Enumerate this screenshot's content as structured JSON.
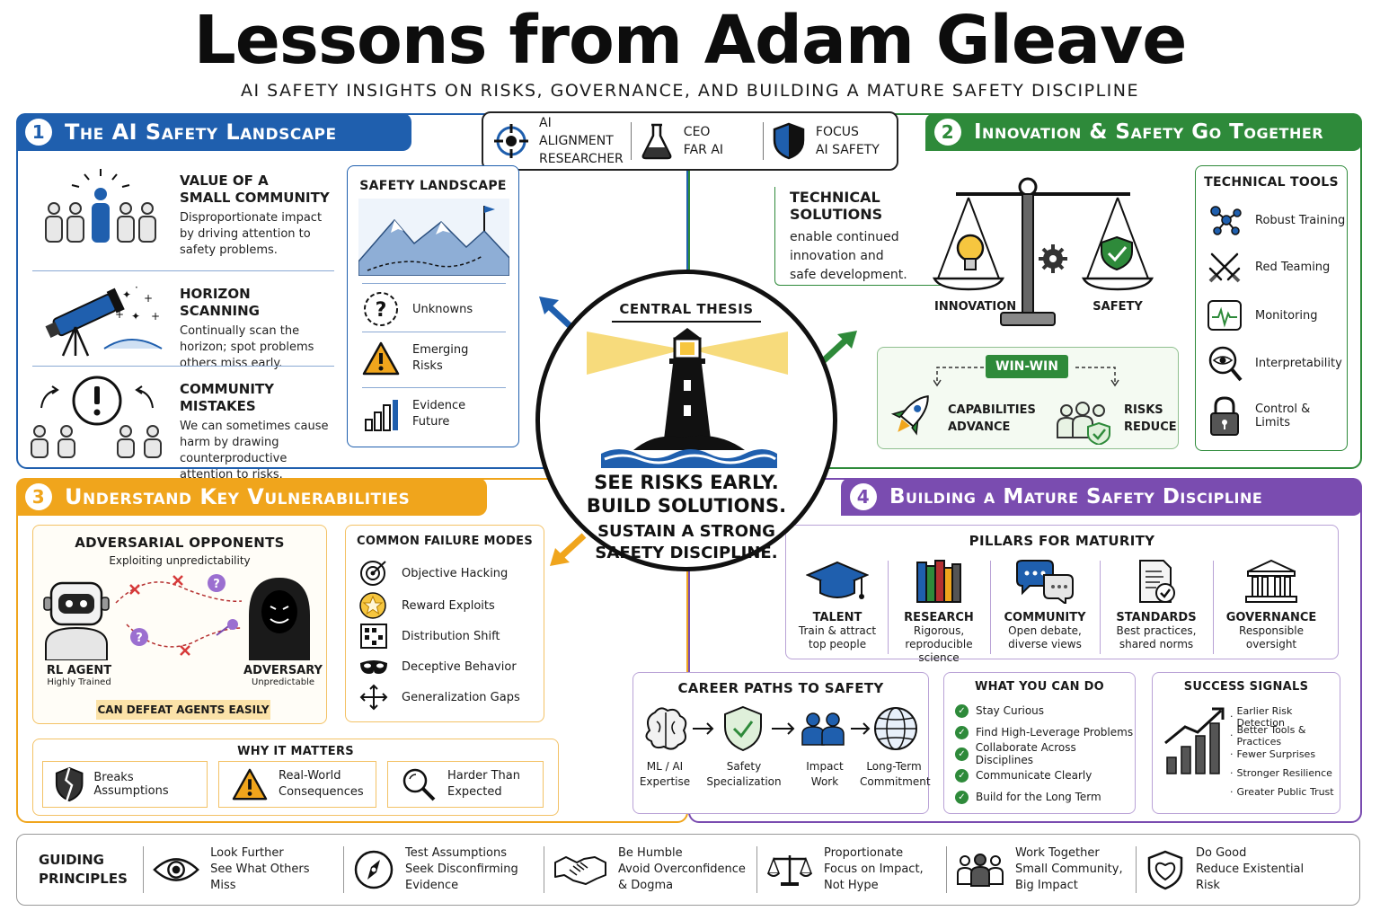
{
  "title": "Lessons from Adam Gleave",
  "subtitle": "AI SAFETY INSIGHTS ON RISKS, GOVERNANCE, AND BUILDING A MATURE SAFETY DISCIPLINE",
  "roles": [
    {
      "line1": "AI ALIGNMENT",
      "line2": "RESEARCHER",
      "icon": "crosshair-icon"
    },
    {
      "line1": "CEO",
      "line2": "FAR AI",
      "icon": "flask-icon"
    },
    {
      "line1": "FOCUS",
      "line2": "AI SAFETY",
      "icon": "shield-icon"
    }
  ],
  "colors": {
    "blue": "#1f5fae",
    "green": "#2e8a3a",
    "orange": "#f0a51c",
    "purple": "#7a4cb0"
  },
  "s1": {
    "num": "1",
    "title": "The AI Safety Landscape",
    "items": [
      {
        "title1": "VALUE OF A",
        "title2": "SMALL COMMUNITY",
        "l1": "Disproportionate impact",
        "l2": "by driving attention to",
        "l3": "safety problems."
      },
      {
        "title1": "HORIZON SCANNING",
        "l1": "Continually scan the",
        "l2": "horizon; spot problems",
        "l3": "others miss early."
      },
      {
        "title1": "COMMUNITY MISTAKES",
        "l1": "We can sometimes cause",
        "l2": "harm by drawing",
        "l3": "counterproductive",
        "l4": "attention to risks."
      }
    ],
    "landscape": {
      "title": "SAFETY LANDSCAPE",
      "rows": [
        {
          "l1": "Unknowns"
        },
        {
          "l1": "Emerging",
          "l2": "Risks"
        },
        {
          "l1": "Evidence",
          "l2": "Future"
        }
      ]
    }
  },
  "s2": {
    "num": "2",
    "title": "Innovation & Safety Go Together",
    "tech_title": "TECHNICAL SOLUTIONS",
    "tech_l1": "enable continued",
    "tech_l2": "innovation and",
    "tech_l3": "safe development.",
    "innovation": "INNOVATION",
    "safety": "SAFETY",
    "winwin": "WIN-WIN",
    "cap1": "CAPABILITIES",
    "cap2": "ADVANCE",
    "risk1": "RISKS",
    "risk2": "REDUCE",
    "tools_title": "TECHNICAL TOOLS",
    "tools": [
      "Robust Training",
      "Red Teaming",
      "Monitoring",
      "Interpretability",
      "Control & Limits"
    ]
  },
  "thesis": {
    "title": "CENTRAL THESIS",
    "l1": "SEE RISKS EARLY.",
    "l2": "BUILD SOLUTIONS.",
    "l3": "SUSTAIN A STRONG",
    "l4": "SAFETY DISCIPLINE."
  },
  "s3": {
    "num": "3",
    "title": "Understand Key Vulnerabilities",
    "adv_title": "ADVERSARIAL OPPONENTS",
    "adv_sub": "Exploiting unpredictability",
    "agent": "RL AGENT",
    "agent_sub": "Highly Trained",
    "adversary": "ADVERSARY",
    "adversary_sub": "Unpredictable",
    "defeat": "CAN DEFEAT AGENTS EASILY",
    "fail_title": "COMMON FAILURE MODES",
    "failures": [
      "Objective Hacking",
      "Reward Exploits",
      "Distribution Shift",
      "Deceptive Behavior",
      "Generalization Gaps"
    ],
    "why_title": "WHY IT MATTERS",
    "why": [
      {
        "l1": "Breaks Assumptions"
      },
      {
        "l1": "Real-World",
        "l2": "Consequences"
      },
      {
        "l1": "Harder Than",
        "l2": "Expected"
      }
    ]
  },
  "s4": {
    "num": "4",
    "title": "Building a Mature Safety Discipline",
    "pillars_title": "PILLARS FOR MATURITY",
    "pillars": [
      {
        "name": "TALENT",
        "l1": "Train & attract",
        "l2": "top people"
      },
      {
        "name": "RESEARCH",
        "l1": "Rigorous,",
        "l2": "reproducible",
        "l3": "science"
      },
      {
        "name": "COMMUNITY",
        "l1": "Open debate,",
        "l2": "diverse views"
      },
      {
        "name": "STANDARDS",
        "l1": "Best practices,",
        "l2": "shared norms"
      },
      {
        "name": "GOVERNANCE",
        "l1": "Responsible",
        "l2": "oversight"
      }
    ],
    "career_title": "CAREER PATHS TO SAFETY",
    "career": [
      {
        "l1": "ML / AI",
        "l2": "Expertise"
      },
      {
        "l1": "Safety",
        "l2": "Specialization"
      },
      {
        "l1": "Impact",
        "l2": "Work"
      },
      {
        "l1": "Long-Term",
        "l2": "Commitment"
      }
    ],
    "do_title": "WHAT YOU CAN DO",
    "do": [
      "Stay Curious",
      "Find High-Leverage Problems",
      "Collaborate Across Disciplines",
      "Communicate Clearly",
      "Build for the Long Term"
    ],
    "signals_title": "SUCCESS SIGNALS",
    "signals": [
      "Earlier Risk Detection",
      "Better Tools & Practices",
      "Fewer Surprises",
      "Stronger Resilience",
      "Greater Public Trust"
    ]
  },
  "guiding": {
    "title1": "GUIDING",
    "title2": "PRINCIPLES",
    "items": [
      {
        "l1": "Look Further",
        "l2": "See What Others Miss"
      },
      {
        "l1": "Test Assumptions",
        "l2": "Seek Disconfirming",
        "l3": "Evidence"
      },
      {
        "l1": "Be Humble",
        "l2": "Avoid Overconfidence",
        "l3": "& Dogma"
      },
      {
        "l1": "Proportionate",
        "l2": "Focus on Impact,",
        "l3": "Not Hype"
      },
      {
        "l1": "Work Together",
        "l2": "Small Community,",
        "l3": "Big Impact"
      },
      {
        "l1": "Do Good",
        "l2": "Reduce Existential",
        "l3": "Risk"
      }
    ]
  }
}
